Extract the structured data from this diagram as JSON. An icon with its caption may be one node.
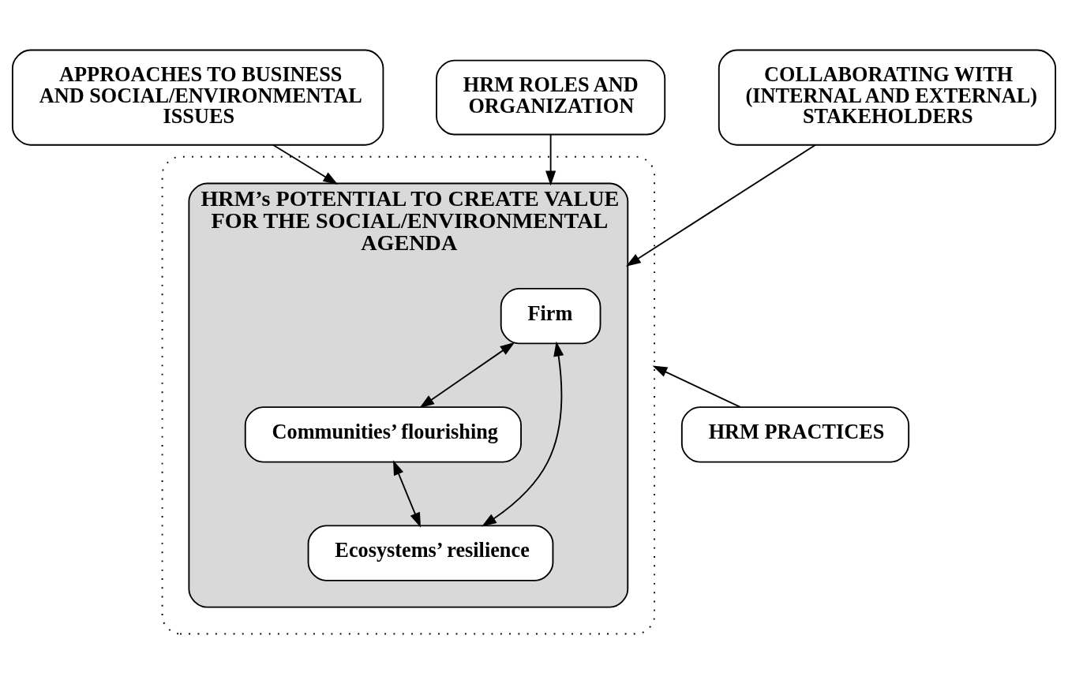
{
  "diagram": {
    "nodes": [
      {
        "text": [],
        "shape": "box"
      },
      {
        "text": [
          "APPROACHES TO BUSINESS AND SOCIAL/ENVIRONMENTAL ISSUES"
        ]
      },
      {
        "text": [
          "HRM’s POTENTIAL TO CREATE VALUE FOR THE SOCIAL/ENVIRONMENTAL AGENDA"
        ],
        "in": 0
      },
      {
        "text": [
          "Firm"
        ],
        "in": 2
      },
      {
        "text": [
          "Communities’ flourishing"
        ],
        "in": 2
      },
      {
        "text": [
          "Ecosystems’ resilience"
        ],
        "in": 2
      },
      {
        "text": [
          "HRM ROLES AND ORGANIZATION"
        ]
      },
      {
        "text": [
          "COLLABORATING WITH (INTERNAL AND EXTERNAL) STAKEHOLDERS"
        ]
      },
      {
        "text": [
          "HRM PRACTICES"
        ]
      }
    ],
    "edges": [
      {
        "from": 1,
        "to": 2,
        "arrow": "to"
      },
      {
        "from": 6,
        "to": 2,
        "arrow": "to"
      },
      {
        "from": 7,
        "to": 2,
        "arrow": "to"
      },
      {
        "from": 8,
        "to": 0,
        "arrow": "to"
      },
      {
        "from": 3,
        "to": 4,
        "arrow": "both"
      },
      {
        "from": 3,
        "to": 5,
        "arrow": "both"
      },
      {
        "from": 4,
        "to": 5,
        "arrow": "both"
      }
    ]
  }
}
